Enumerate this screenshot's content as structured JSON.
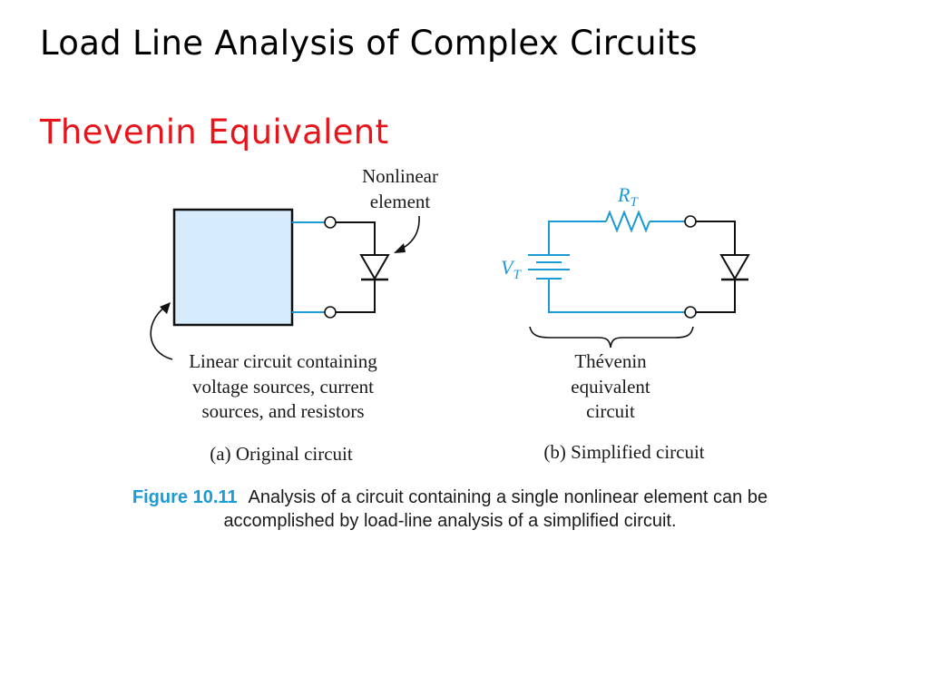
{
  "slide": {
    "title": "Load Line Analysis of Complex Circuits",
    "subtitle": "Thevenin Equivalent"
  },
  "figure": {
    "panel_a": {
      "nonlinear_label_line1": "Nonlinear",
      "nonlinear_label_line2": "element",
      "linear_label_line1": "Linear circuit containing",
      "linear_label_line2": "voltage sources, current",
      "linear_label_line3": "sources, and resistors",
      "caption": "(a) Original circuit"
    },
    "panel_b": {
      "resistor_symbol": "R",
      "resistor_subscript": "T",
      "source_symbol": "V",
      "source_subscript": "T",
      "brace_label_line1": "Thévenin",
      "brace_label_line2": "equivalent",
      "brace_label_line3": "circuit",
      "caption": "(b) Simplified circuit"
    },
    "caption": {
      "number": "Figure 10.11",
      "line1": "Analysis of a circuit containing a single nonlinear element can be",
      "line2": "accomplished by load-line analysis of a simplified circuit."
    },
    "colors": {
      "wire_blue": "#1c9ad6",
      "box_fill": "#d6ebfb",
      "figure_label_blue": "#1c9ad6",
      "subtitle_red": "#e8141b"
    }
  }
}
